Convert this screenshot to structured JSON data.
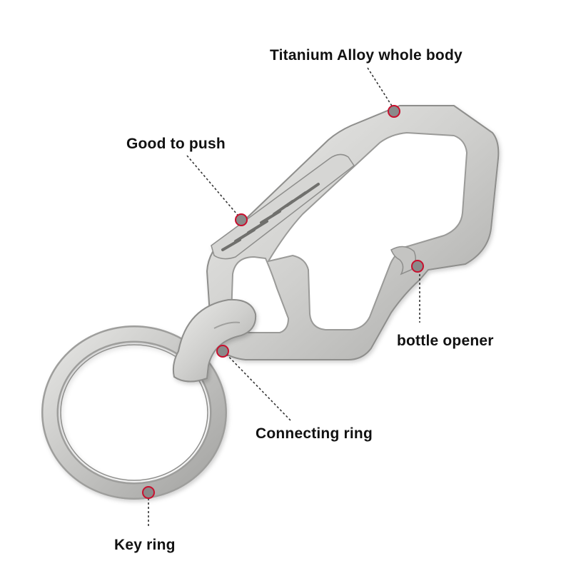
{
  "labels": {
    "titanium": "Titanium Alloy whole body",
    "push": "Good to push",
    "bottle": "bottle opener",
    "connect": "Connecting ring",
    "keyring": "Key ring"
  },
  "colors": {
    "metal_light": "#e2e2e0",
    "metal_mid": "#bdbdbb",
    "metal_dark": "#8e8e8c",
    "marker_fill": "#8a8a8a",
    "marker_stroke": "#c8102e",
    "leader_line": "#333333"
  }
}
